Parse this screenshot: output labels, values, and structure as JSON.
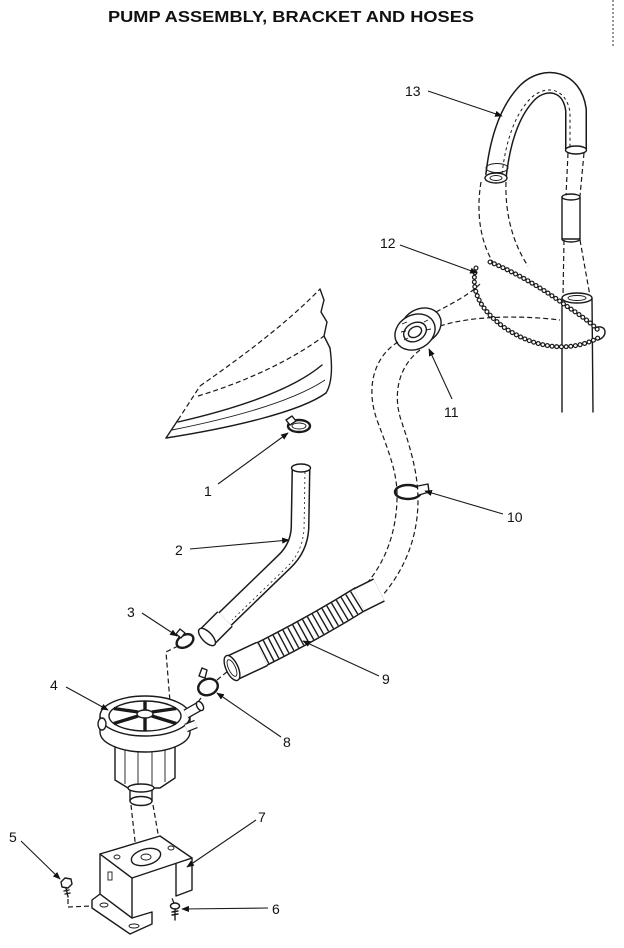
{
  "title": "PUMP ASSEMBLY, BRACKET AND HOSES",
  "callouts": [
    "1",
    "2",
    "3",
    "4",
    "5",
    "6",
    "7",
    "8",
    "9",
    "10",
    "11",
    "12",
    "13"
  ]
}
